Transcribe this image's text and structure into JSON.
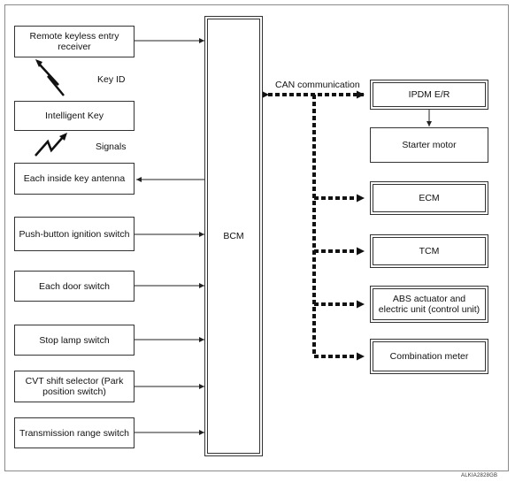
{
  "inputs": [
    {
      "id": "remote-keyless",
      "label": "Remote keyless entry receiver"
    },
    {
      "id": "intelligent-key",
      "label": "Intelligent Key"
    },
    {
      "id": "inside-key-antenna",
      "label": "Each inside key antenna"
    },
    {
      "id": "push-button-switch",
      "label": "Push-button ignition switch"
    },
    {
      "id": "door-switch",
      "label": "Each door switch"
    },
    {
      "id": "stop-lamp-switch",
      "label": "Stop lamp switch"
    },
    {
      "id": "cvt-selector",
      "label": "CVT shift selector (Park position switch)"
    },
    {
      "id": "range-switch",
      "label": "Transmission range switch"
    }
  ],
  "bcm": {
    "label": "BCM"
  },
  "can": {
    "label": "CAN communication"
  },
  "outputs": [
    {
      "id": "ipdm",
      "label": "IPDM E/R"
    },
    {
      "id": "starter",
      "label": "Starter motor"
    },
    {
      "id": "ecm",
      "label": "ECM"
    },
    {
      "id": "tcm",
      "label": "TCM"
    },
    {
      "id": "abs",
      "label": "ABS actuator and electric unit (control unit)"
    },
    {
      "id": "combination-meter",
      "label": "Combination meter"
    }
  ],
  "signal_labels": {
    "key_id": "Key ID",
    "signals": "Signals"
  },
  "figure_code": "ALKIA2828GB"
}
